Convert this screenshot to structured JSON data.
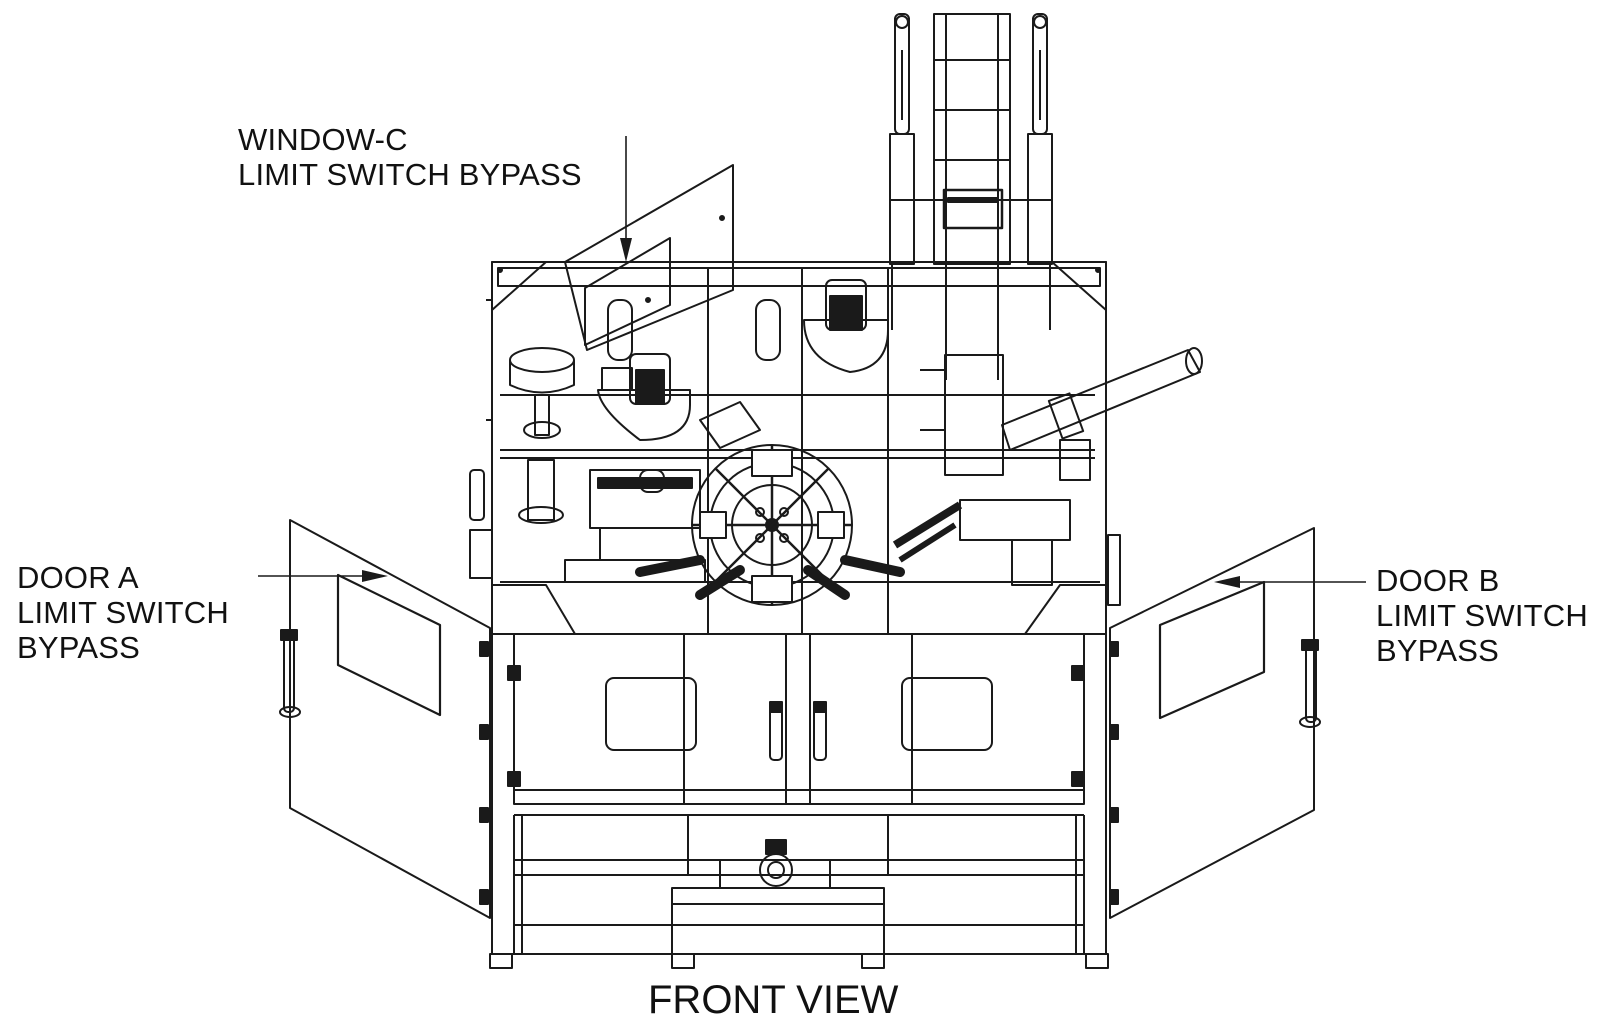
{
  "callouts": {
    "window_c": {
      "line1": "WINDOW-C",
      "line2": "LIMIT SWITCH BYPASS"
    },
    "door_a": {
      "line1": "DOOR A",
      "line2": "LIMIT SWITCH",
      "line3": "BYPASS"
    },
    "door_b": {
      "line1": "DOOR B",
      "line2": "LIMIT SWITCH",
      "line3": "BYPASS"
    }
  },
  "caption": "FRONT VIEW",
  "colors": {
    "ink": "#1a1a1a",
    "background": "#ffffff"
  }
}
